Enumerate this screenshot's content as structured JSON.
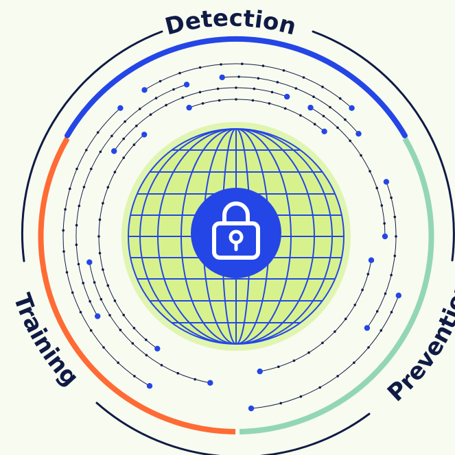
{
  "labels": {
    "detection": "Detection",
    "prevention": "Prevention",
    "training": "Training"
  },
  "colors": {
    "background": "#f8fbf0",
    "navy": "#0f1b45",
    "blue": "#2446e6",
    "teal": "#93d6b6",
    "orange": "#ff6b35",
    "halo": "#e0f5b0",
    "globe_fill": "#d7f28d",
    "globe_lines": "#2446e6"
  },
  "icons": {
    "center": "padlock-icon"
  }
}
